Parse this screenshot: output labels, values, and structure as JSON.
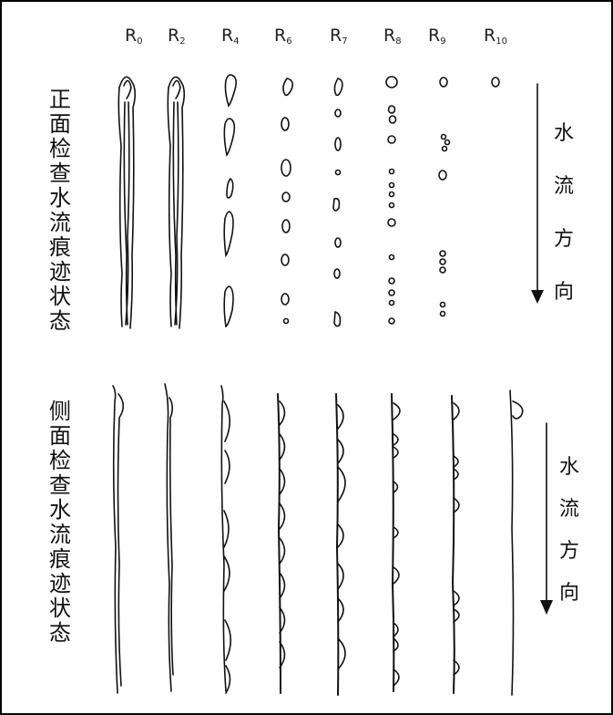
{
  "columns": [
    {
      "base": "R",
      "sub": "0"
    },
    {
      "base": "R",
      "sub": "2"
    },
    {
      "base": "R",
      "sub": "4"
    },
    {
      "base": "R",
      "sub": "6"
    },
    {
      "base": "R",
      "sub": "7"
    },
    {
      "base": "R",
      "sub": "8"
    },
    {
      "base": "R",
      "sub": "9"
    },
    {
      "base": "R",
      "sub": "10"
    }
  ],
  "front_label": "正面检查水流痕迹状态",
  "side_label": "侧面检查水流痕迹状态",
  "flow_direction": [
    "水",
    "流",
    "方",
    "向"
  ],
  "colors": {
    "ink": "#111111",
    "border": "#000000"
  }
}
